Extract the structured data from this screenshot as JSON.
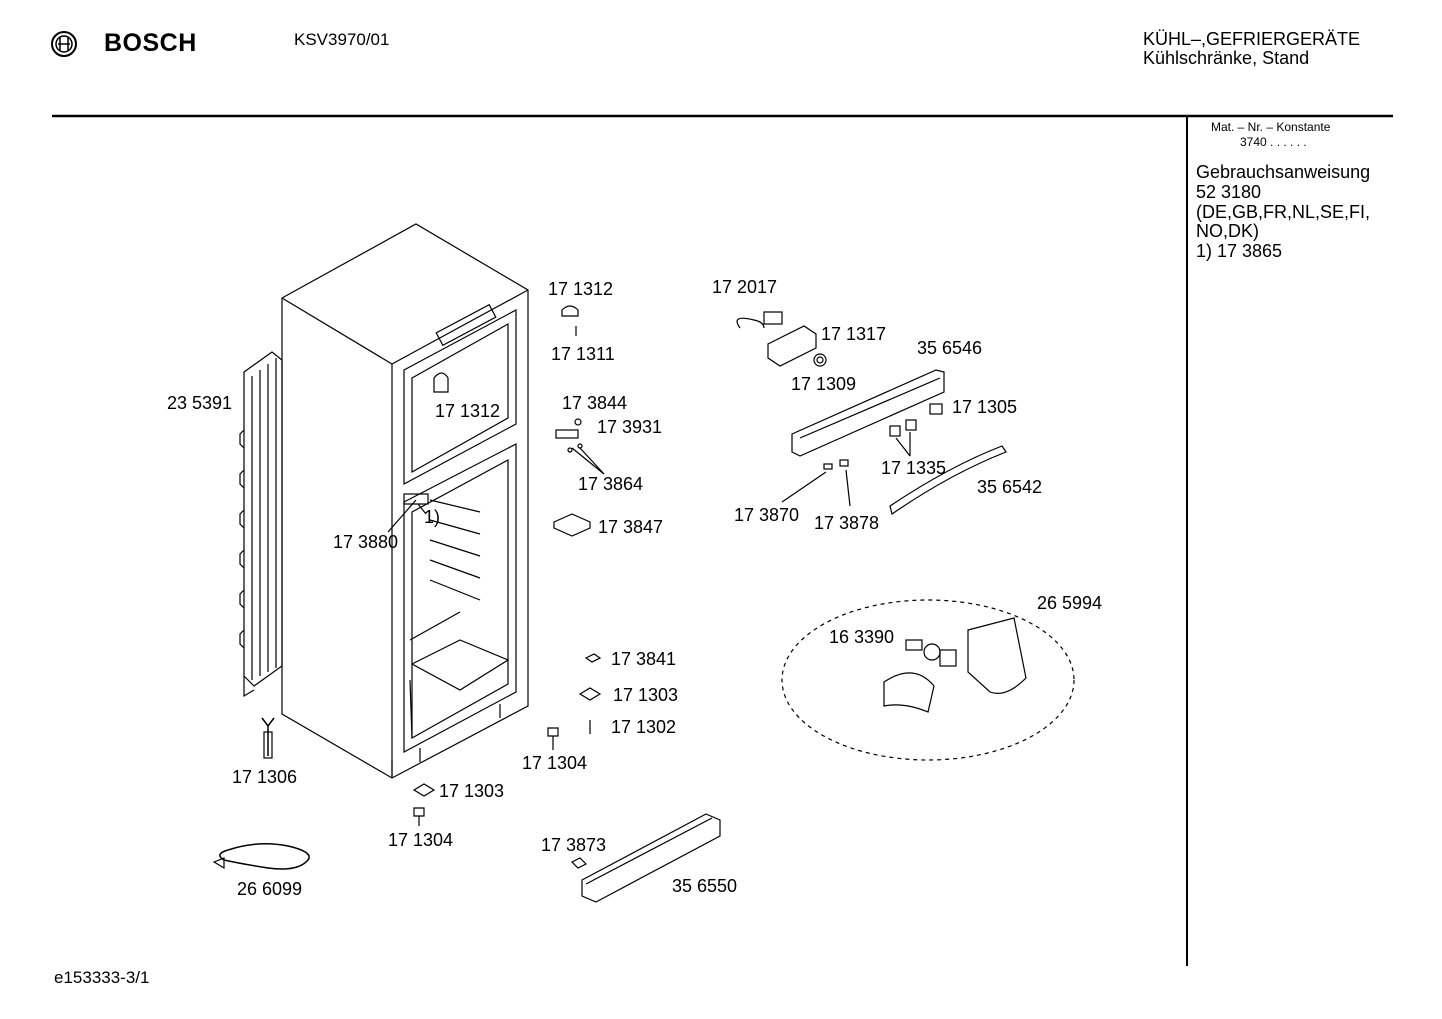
{
  "header": {
    "brand": "BOSCH",
    "model": "KSV3970/01",
    "category_line1": "KÜHL–,GEFRIERGERÄTE",
    "category_line2": "Kühlschränke, Stand"
  },
  "sidebar": {
    "mat_label": "Mat. – Nr. – Konstante",
    "mat_value": "3740 . . . . . .",
    "manual_title": "Gebrauchsanweisung",
    "manual_number": "52 3180",
    "manual_langs_1": "(DE,GB,FR,NL,SE,FI,",
    "manual_langs_2": "NO,DK)",
    "footnote": "1) 17 3865"
  },
  "parts": {
    "p235391": "23 5391",
    "p171312a": "17 1312",
    "p171311": "17 1311",
    "p171312b": "17 1312",
    "p172017": "17 2017",
    "p171317": "17 1317",
    "p356546": "35 6546",
    "p171309": "17 1309",
    "p173844": "17 3844",
    "p173931": "17 3931",
    "p171305": "17 1305",
    "p171335": "17 1335",
    "p173864": "17 3864",
    "p356542": "35 6542",
    "note1": "1)",
    "p173880": "17 3880",
    "p173847": "17 3847",
    "p173870": "17 3870",
    "p173878": "17 3878",
    "p265994": "26 5994",
    "p163390": "16 3390",
    "p173841": "17 3841",
    "p171303a": "17 1303",
    "p171302": "17 1302",
    "p171304a": "17 1304",
    "p171306": "17 1306",
    "p171303b": "17 1303",
    "p171304b": "17 1304",
    "p173873": "17 3873",
    "p356550": "35 6550",
    "p266099": "26 6099"
  },
  "footer": {
    "drawing_id": "e153333-3/1"
  },
  "icons": {
    "logo": "bosch-logo-icon"
  }
}
